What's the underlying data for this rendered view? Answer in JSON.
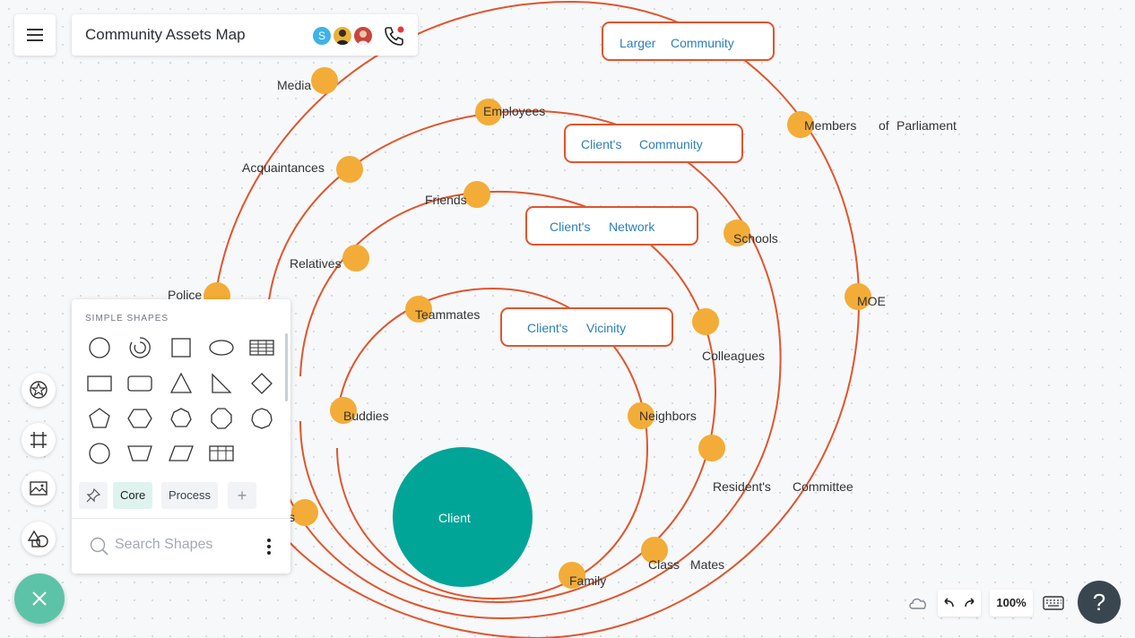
{
  "header": {
    "menu_icon": "hamburger-menu-icon",
    "title": "Community Assets Map",
    "collaborator_initial": "S",
    "call_icon": "phone-call-icon"
  },
  "diagram": {
    "ring_color": "#e0552d",
    "node_color": "#f3ac37",
    "client_color": "#00a597",
    "boxes": [
      {
        "label_a": "Larger",
        "label_b": "Community"
      },
      {
        "label_a": "Client's",
        "label_b": "Community"
      },
      {
        "label_a": "Client's",
        "label_b": "Network"
      },
      {
        "label_a": "Client's",
        "label_b": "Vicinity"
      }
    ],
    "client_label": "Client",
    "nodes": [
      {
        "label": "Media"
      },
      {
        "label": "Employees"
      },
      {
        "label": "Acquaintances"
      },
      {
        "label": "Friends"
      },
      {
        "label": "Relatives"
      },
      {
        "label": "Police"
      },
      {
        "label": "Teammates"
      },
      {
        "label": "Buddies"
      },
      {
        "label": "Members"
      },
      {
        "label": "of"
      },
      {
        "label": "Parliament"
      },
      {
        "label": "Schools"
      },
      {
        "label": "MOE"
      },
      {
        "label": "Colleagues"
      },
      {
        "label": "Neighbors"
      },
      {
        "label": "Resident's"
      },
      {
        "label": "Committee"
      },
      {
        "label": "Class"
      },
      {
        "label": "Mates"
      },
      {
        "label": "Family"
      },
      {
        "label": "s"
      }
    ]
  },
  "shapes_panel": {
    "title": "SIMPLE SHAPES",
    "tabs": [
      "Core",
      "Process"
    ],
    "add_label": "+",
    "search_placeholder": "Search Shapes"
  },
  "sidebar": {
    "tools": [
      "shapes-star-icon",
      "frame-icon",
      "image-icon",
      "shapes-icon"
    ],
    "fab_icon": "close-icon"
  },
  "footer": {
    "zoom": "100%",
    "help_label": "?"
  }
}
